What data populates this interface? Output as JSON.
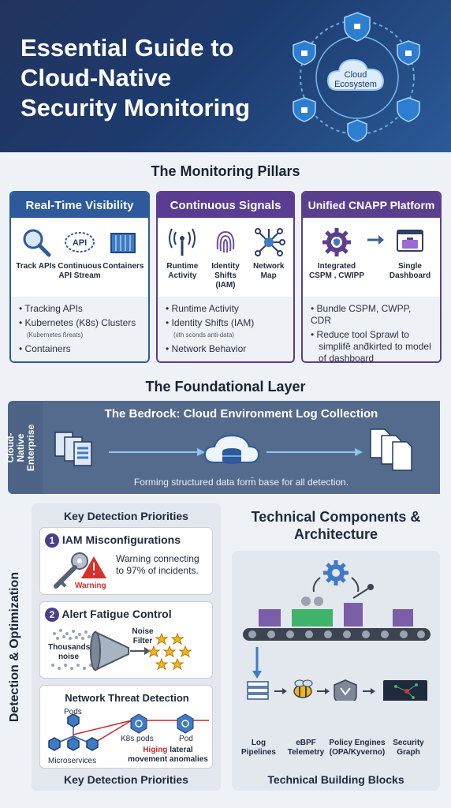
{
  "header": {
    "title": "Essential Guide to Cloud-Native Security Monitoring",
    "hub_label_line1": "Cloud",
    "hub_label_line2": "Ecosystem"
  },
  "pillars_section": {
    "title": "The Monitoring Pillars",
    "pillars": [
      {
        "title": "Real-Time Visibility",
        "color": "#2e5a9c",
        "icons": [
          {
            "icon": "magnifier-icon",
            "label": "Track APIs"
          },
          {
            "icon": "api-stream-icon",
            "label": "Continuous API Stream",
            "glyph": "API"
          },
          {
            "icon": "containers-icon",
            "label": "Containers"
          }
        ],
        "list": [
          "Tracking APIs",
          "Kubernetes (K8s) Clusters",
          "Containers"
        ],
        "list_note": "(Kubernetes ßreats)"
      },
      {
        "title": "Continuous Signals",
        "color": "#5a3c93",
        "icons": [
          {
            "icon": "antenna-icon",
            "label": "Runtime Activity"
          },
          {
            "icon": "fingerprint-icon",
            "label": "Identity Shifts (IAM)"
          },
          {
            "icon": "network-map-icon",
            "label": "Network Map"
          }
        ],
        "list": [
          "Runtime Activity",
          "Identity Shifts (IAM)",
          "Network Behavior"
        ],
        "list_note": "(ıith sconds anti-data)"
      },
      {
        "title": "Unified CNAPP Platform",
        "color": "#5b3f8f",
        "icons": [
          {
            "icon": "gear-shield-icon",
            "label": "Integrated CSPM , CWIPP"
          },
          {
            "icon": "dashboard-toolbox-icon",
            "label": "Single Dashboard"
          }
        ],
        "list": [
          "Bundle CSPM, CWPP, CDR",
          "Reduce tool Sprawl to simplifĕ and̆kirted to model of dashboard"
        ]
      }
    ]
  },
  "foundational": {
    "title": "The Foundational Layer",
    "side_label": "Cloud-Native Enterprise",
    "bedrock_title": "The Bedrock: Cloud Environment Log Collection",
    "caption": "Forming structured data form̈ base for all detection."
  },
  "detection": {
    "side_label": "Detection & Optimization",
    "title": "Key Detection Priorities",
    "footer": "Key Detection Priorities",
    "cards": [
      {
        "num": "1",
        "title": "IAM Misconfigurations",
        "warning_label": "Warning",
        "text": "Warning connecting to 97% of incidents."
      },
      {
        "num": "2",
        "title": "Alert Fatigue Control",
        "left_label": "Thousands noise",
        "filter_label": "Noise Filter"
      },
      {
        "title": "Network Threat Detection",
        "pods": "Pods",
        "k8s": "K8s pods",
        "pod": "Pod",
        "micro": "Microservices",
        "anomaly_red": "Higing",
        "anomaly_text": "lateral movement anomalies"
      }
    ]
  },
  "architecture": {
    "title": "Technical Components & Architecture",
    "footer": "Technical Building Blocks",
    "blocks": [
      {
        "icon": "log-pipelines-icon",
        "label": "Log Pipelines"
      },
      {
        "icon": "ebpf-bee-icon",
        "label": "eBPF Telemetry"
      },
      {
        "icon": "policy-engine-icon",
        "label": "Policy Engines (OPA/Kyverno)"
      },
      {
        "icon": "security-graph-icon",
        "label": "Security Graph"
      }
    ]
  }
}
